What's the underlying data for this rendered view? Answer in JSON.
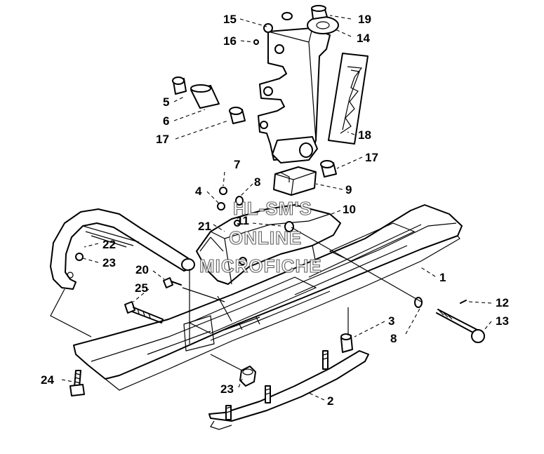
{
  "diagram": {
    "callouts": [
      {
        "id": "c15",
        "label": "15"
      },
      {
        "id": "c19",
        "label": "19"
      },
      {
        "id": "c14",
        "label": "14"
      },
      {
        "id": "c16",
        "label": "16"
      },
      {
        "id": "c5",
        "label": "5"
      },
      {
        "id": "c6",
        "label": "6"
      },
      {
        "id": "c17a",
        "label": "17"
      },
      {
        "id": "c18",
        "label": "18"
      },
      {
        "id": "c17b",
        "label": "17"
      },
      {
        "id": "c7",
        "label": "7"
      },
      {
        "id": "c8a",
        "label": "8"
      },
      {
        "id": "c9",
        "label": "9"
      },
      {
        "id": "c4",
        "label": "4"
      },
      {
        "id": "c10",
        "label": "10"
      },
      {
        "id": "c11",
        "label": "11"
      },
      {
        "id": "c21",
        "label": "21"
      },
      {
        "id": "c22",
        "label": "22"
      },
      {
        "id": "c23a",
        "label": "23"
      },
      {
        "id": "c20",
        "label": "20"
      },
      {
        "id": "c25",
        "label": "25"
      },
      {
        "id": "c1",
        "label": "1"
      },
      {
        "id": "c12",
        "label": "12"
      },
      {
        "id": "c13",
        "label": "13"
      },
      {
        "id": "c3",
        "label": "3"
      },
      {
        "id": "c8b",
        "label": "8"
      },
      {
        "id": "c24",
        "label": "24"
      },
      {
        "id": "c23b",
        "label": "23"
      },
      {
        "id": "c2",
        "label": "2"
      }
    ],
    "watermark": [
      "HL-SM'S",
      "ONLINE",
      "MICROFICHE"
    ]
  }
}
